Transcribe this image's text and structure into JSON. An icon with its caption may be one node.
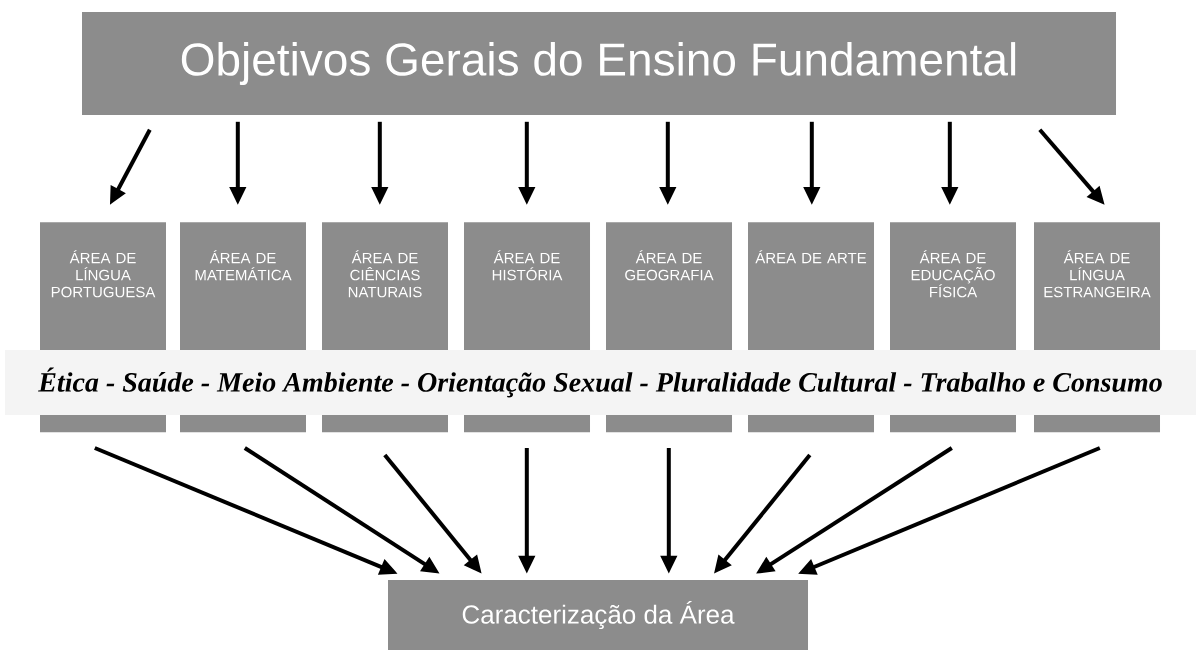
{
  "diagram": {
    "nodes": [
      {
        "text": [
          "Objetivos Gerais do Ensino Fundamental"
        ]
      },
      {
        "text": [
          "ÁREA DE LÍNGUA PORTUGUESA"
        ]
      },
      {
        "text": [
          "ÁREA DE MATEMÁTICA"
        ]
      },
      {
        "text": [
          "ÁREA DE CIÊNCIAS NATURAIS"
        ]
      },
      {
        "text": [
          "ÁREA DE HISTÓRIA"
        ]
      },
      {
        "text": [
          "ÁREA DE GEOGRAFIA"
        ]
      },
      {
        "text": [
          "ÁREA DE ARTE"
        ]
      },
      {
        "text": [
          "ÁREA DE EDUCAÇÃO FÍSICA"
        ]
      },
      {
        "text": [
          "ÁREA DE LÍNGUA ESTRANGEIRA"
        ]
      },
      {
        "text": [
          "Ética - Saúde - Meio Ambiente - Orientação Sexual - Pluralidade Cultural - Trabalho e Consumo"
        ]
      },
      {
        "text": [
          "Caracterização da Área"
        ]
      }
    ],
    "edges": [
      {
        "from": 0,
        "to": 1,
        "arrow": "to"
      },
      {
        "from": 0,
        "to": 2,
        "arrow": "to"
      },
      {
        "from": 0,
        "to": 3,
        "arrow": "to"
      },
      {
        "from": 0,
        "to": 4,
        "arrow": "to"
      },
      {
        "from": 0,
        "to": 5,
        "arrow": "to"
      },
      {
        "from": 0,
        "to": 6,
        "arrow": "to"
      },
      {
        "from": 0,
        "to": 7,
        "arrow": "to"
      },
      {
        "from": 0,
        "to": 8,
        "arrow": "to"
      },
      {
        "from": 1,
        "to": 10,
        "arrow": "to"
      },
      {
        "from": 2,
        "to": 10,
        "arrow": "to"
      },
      {
        "from": 3,
        "to": 10,
        "arrow": "to"
      },
      {
        "from": 4,
        "to": 10,
        "arrow": "to"
      },
      {
        "from": 5,
        "to": 10,
        "arrow": "to"
      },
      {
        "from": 6,
        "to": 10,
        "arrow": "to"
      },
      {
        "from": 7,
        "to": 10,
        "arrow": "to"
      },
      {
        "from": 8,
        "to": 10,
        "arrow": "to"
      }
    ]
  }
}
